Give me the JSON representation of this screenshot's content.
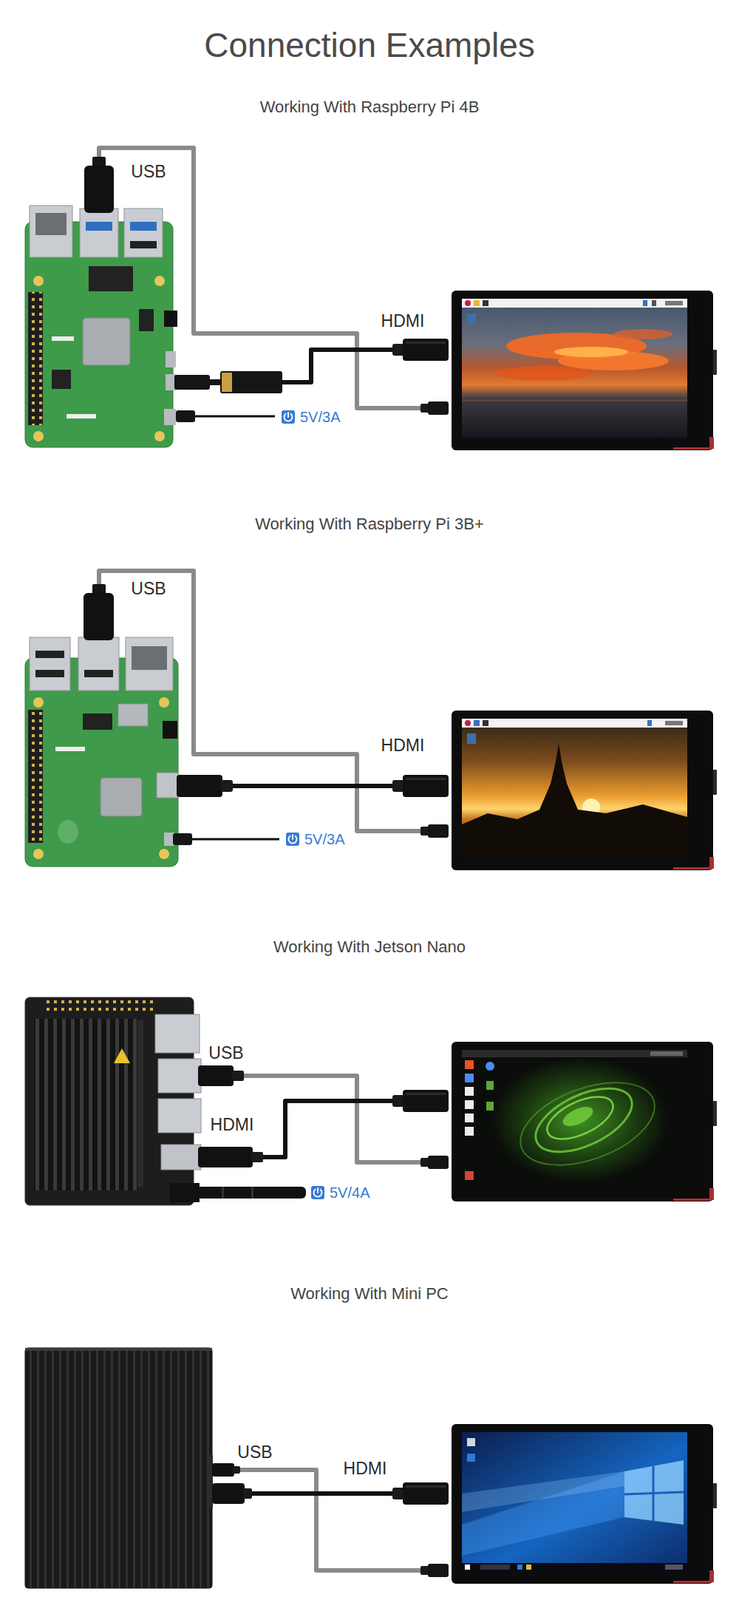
{
  "diagram": {
    "title": "Connection Examples",
    "labels": [
      "Working With Raspberry Pi 4B",
      "USB",
      "HDMI",
      "5V/3A",
      "Working With Raspberry Pi 3B+",
      "USB",
      "HDMI",
      "5V/3A",
      "Working With Jetson Nano",
      "USB",
      "HDMI",
      "5V/4A",
      "Working With Mini PC",
      "USB",
      "HDMI"
    ]
  }
}
